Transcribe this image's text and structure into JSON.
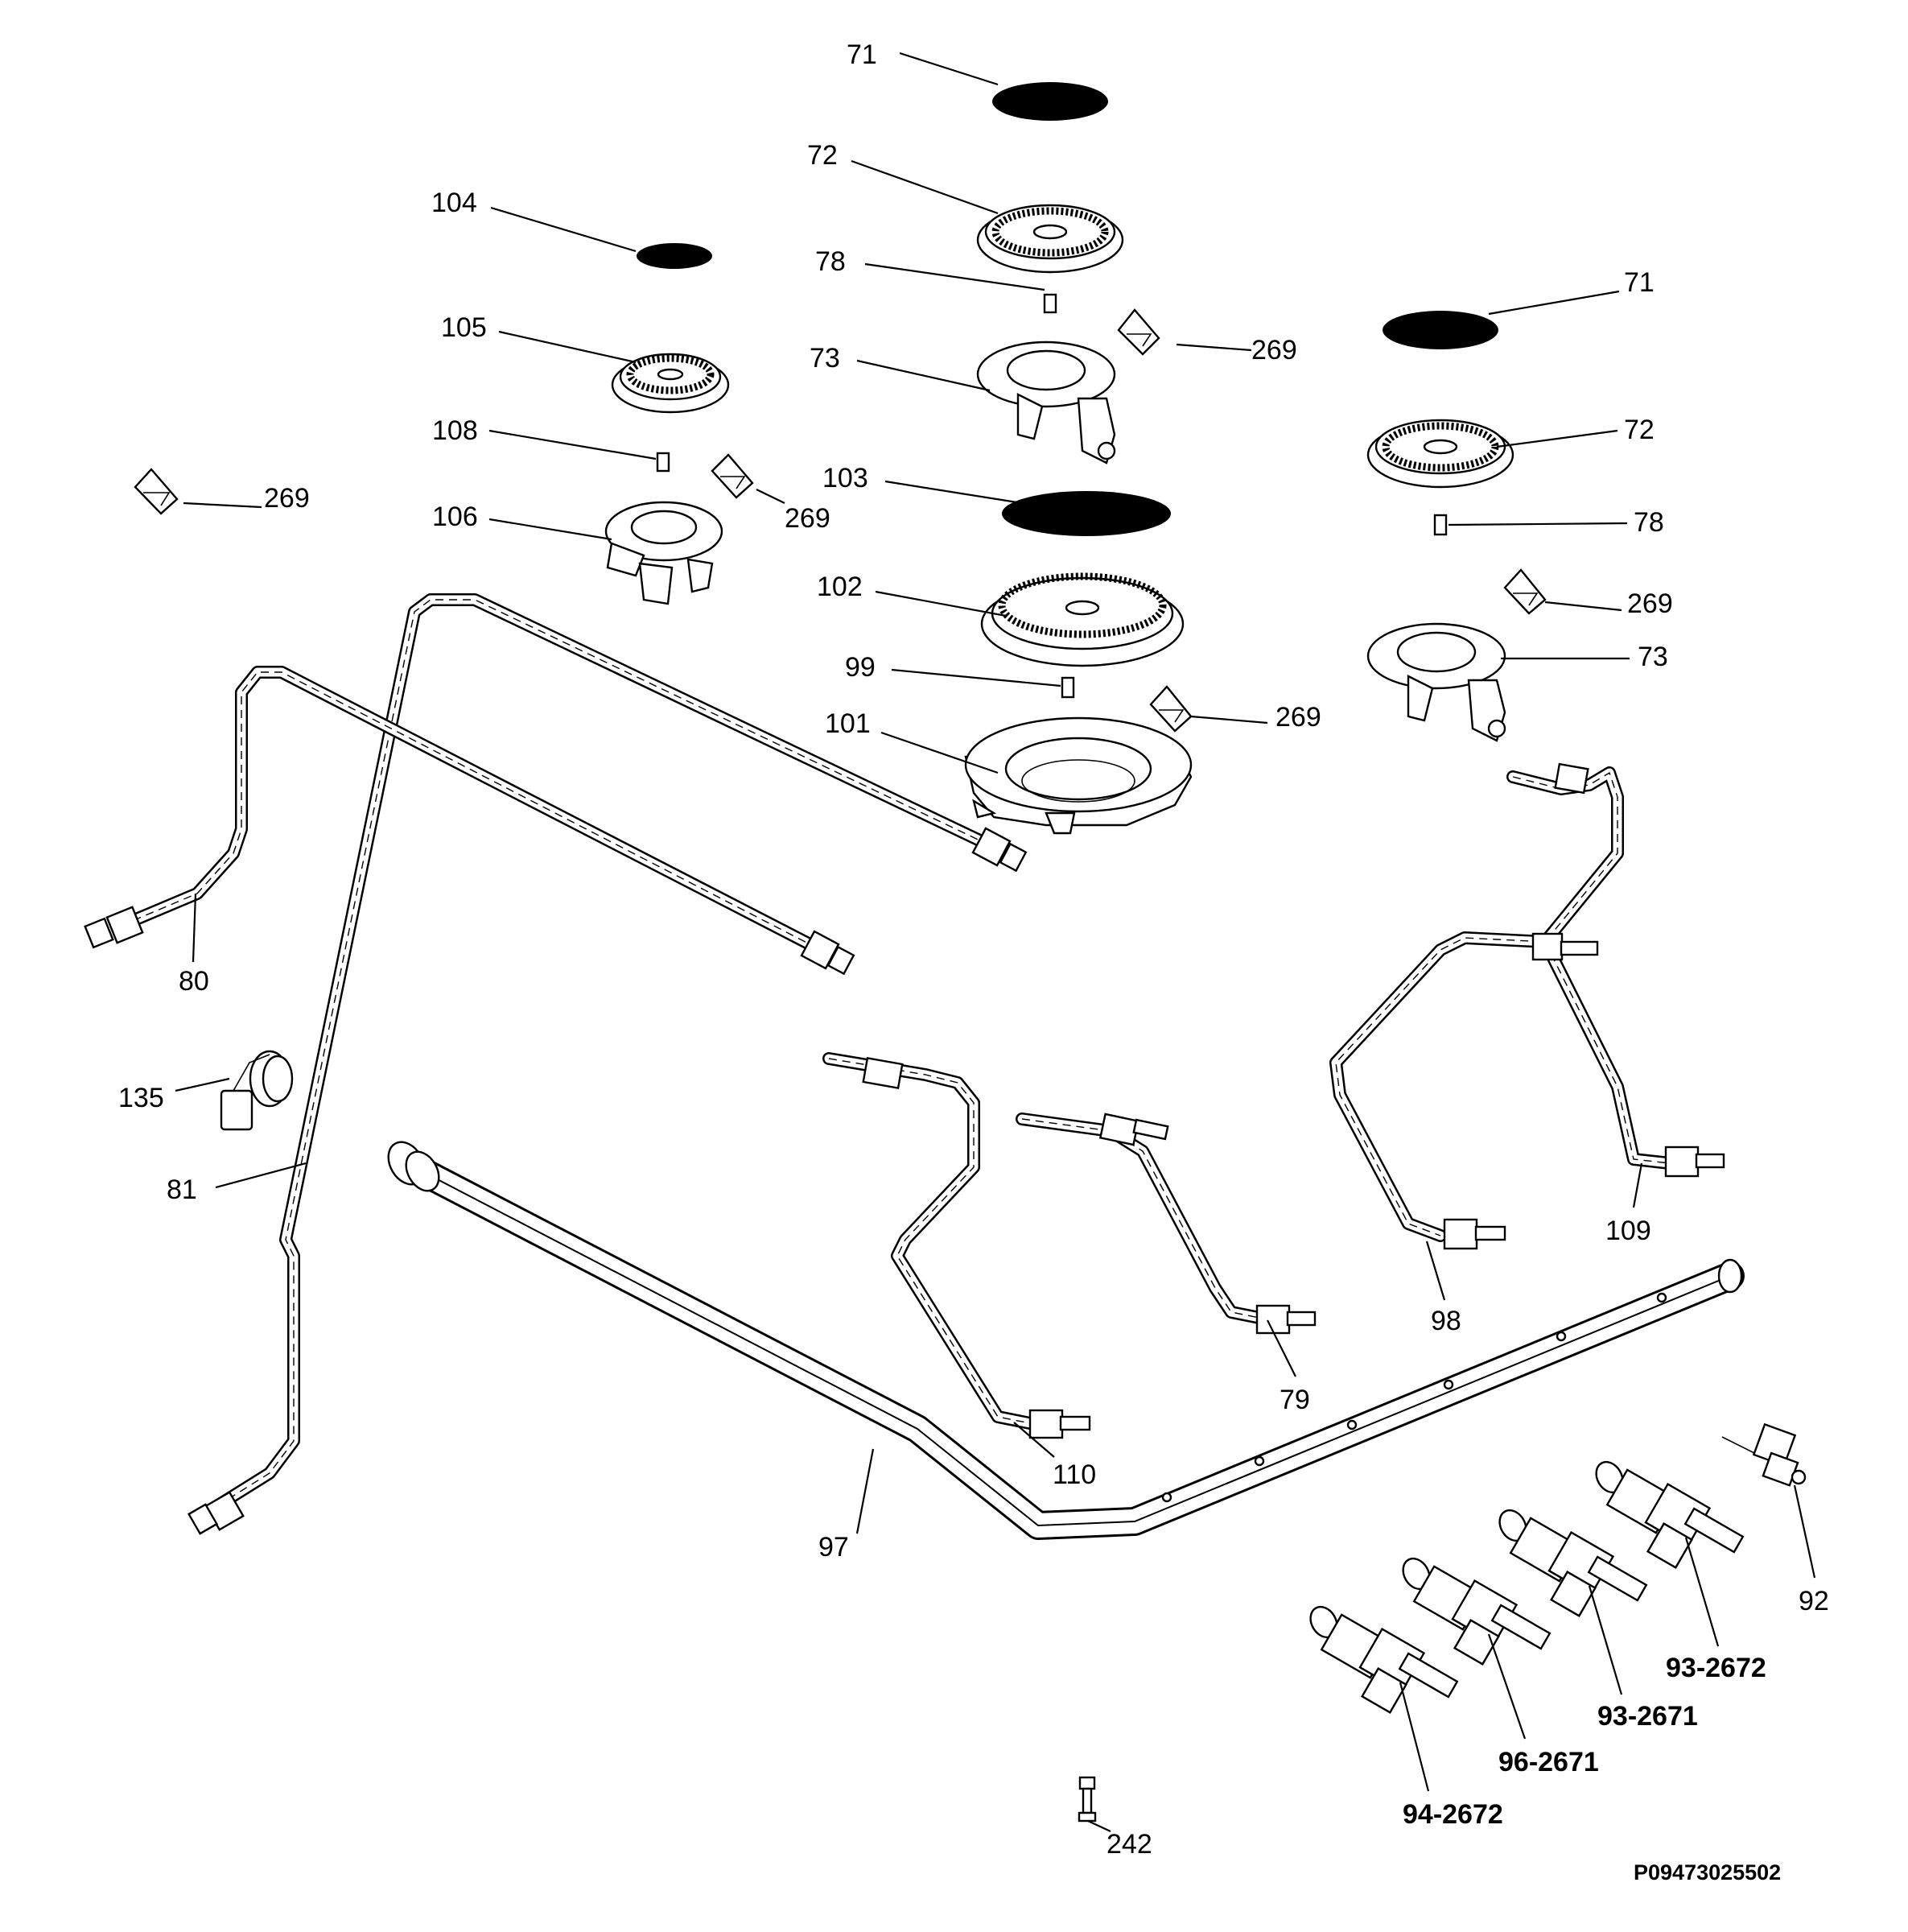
{
  "diagram": {
    "labels": {
      "l71a": "71",
      "l72a": "72",
      "l104": "104",
      "l78a": "78",
      "l105": "105",
      "l73a": "73",
      "l269a": "269",
      "l71b": "71",
      "l108": "108",
      "l269b": "269",
      "l72b": "72",
      "l103": "103",
      "l269c": "269",
      "l106": "106",
      "l78b": "78",
      "l102": "102",
      "l269d": "269",
      "l73b": "73",
      "l99": "99",
      "l101": "101",
      "l269e": "269",
      "l80": "80",
      "l135": "135",
      "l81": "81",
      "l109": "109",
      "l98": "98",
      "l79": "79",
      "l110": "110",
      "l97": "97",
      "l92": "92",
      "l93_2672": "93-2672",
      "l93_2671": "93-2671",
      "l96_2671": "96-2671",
      "l94_2672": "94-2672",
      "l242": "242"
    },
    "drawing_code": "P09473025502"
  }
}
